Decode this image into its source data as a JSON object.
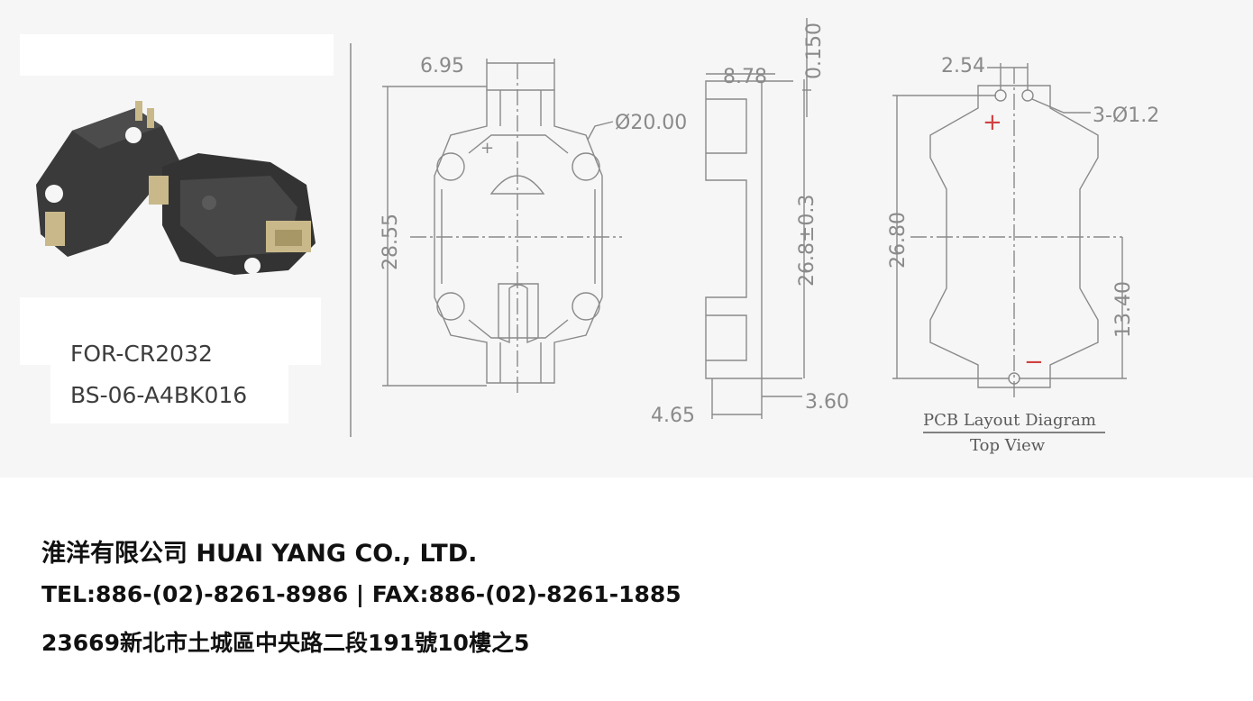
{
  "product": {
    "for_label": "FOR-CR2032",
    "part_number": "BS-06-A4BK016"
  },
  "drawing": {
    "top_width": "6.95",
    "diameter": "Ø20.00",
    "overall_length": "28.55",
    "side_width": "8.78",
    "side_offset": "0.150",
    "side_length": "26.8±0.3",
    "side_bottom_a": "4.65",
    "side_bottom_b": "3.60",
    "pcb_pitch": "2.54",
    "pcb_holes": "3-Ø1.2",
    "pcb_length": "26.80",
    "pcb_half": "13.40",
    "pcb_plus": "+",
    "pcb_minus": "−",
    "pcb_title": "PCB Layout Diagram",
    "pcb_subtitle": "Top View"
  },
  "company": {
    "name": "淮洋有限公司 HUAI YANG CO., LTD.",
    "contact": "TEL:886-(02)-8261-8986 | FAX:886-(02)-8261-1885",
    "address": "23669新北市土城區中央路二段191號10樓之5"
  },
  "colors": {
    "line": "#8a8a8a",
    "polarity": "#d04040",
    "holder": "#3a3a3a",
    "contact": "#c9b98a"
  }
}
